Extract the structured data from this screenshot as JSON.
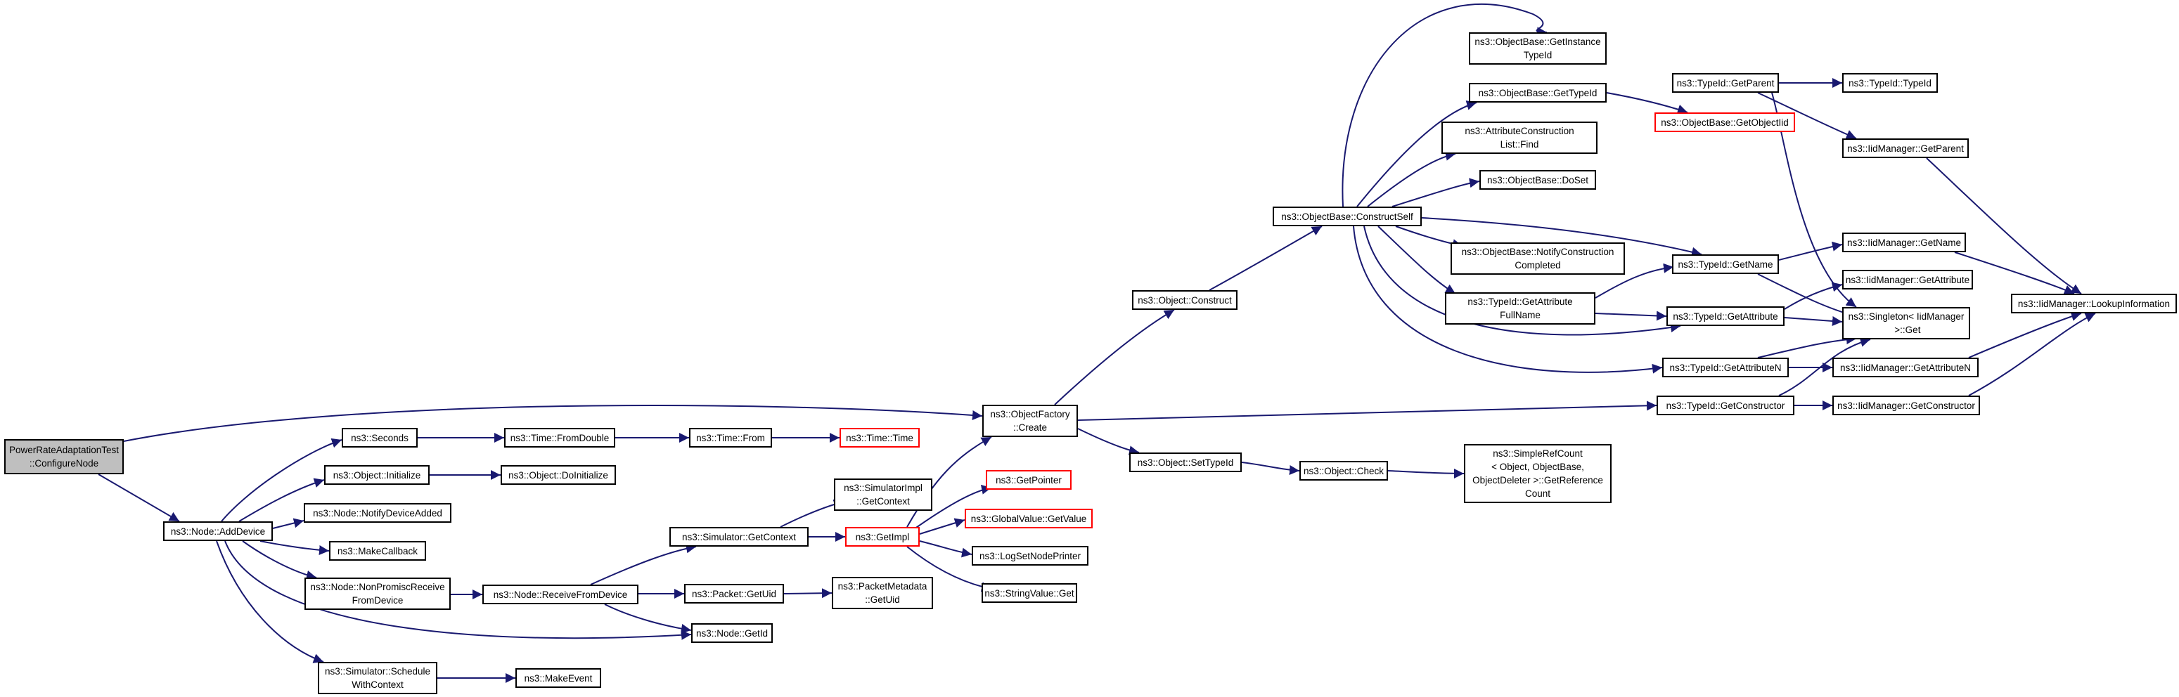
{
  "colors": {
    "edge": "#191970",
    "border": "#000000",
    "missing_border": "#ff0000",
    "root_fill": "#bfbfbf"
  },
  "nodes": {
    "root": "PowerRateAdaptationTest\n::ConfigureNode",
    "addDevice": "ns3::Node::AddDevice",
    "seconds": "ns3::Seconds",
    "fromDouble": "ns3::Time::FromDouble",
    "timeFrom": "ns3::Time::From",
    "timeTime": "ns3::Time::Time",
    "objInitialize": "ns3::Object::Initialize",
    "doInitialize": "ns3::Object::DoInitialize",
    "notifyDeviceAdded": "ns3::Node::NotifyDeviceAdded",
    "makeCallback": "ns3::MakeCallback",
    "nonPromisc": "ns3::Node::NonPromiscReceive\nFromDevice",
    "receiveFromDevice": "ns3::Node::ReceiveFromDevice",
    "getContext": "ns3::Simulator::GetContext",
    "implGetContext": "ns3::SimulatorImpl\n::GetContext",
    "getImpl": "ns3::GetImpl",
    "getPointer": "ns3::GetPointer",
    "globalGetValue": "ns3::GlobalValue::GetValue",
    "logSetNodePrinter": "ns3::LogSetNodePrinter",
    "stringValueGet": "ns3::StringValue::Get",
    "packetGetUid": "ns3::Packet::GetUid",
    "metadataGetUid": "ns3::PacketMetadata\n::GetUid",
    "nodeGetId": "ns3::Node::GetId",
    "scheduleWithContext": "ns3::Simulator::Schedule\nWithContext",
    "makeEvent": "ns3::MakeEvent",
    "factoryCreate": "ns3::ObjectFactory\n::Create",
    "objConstruct": "ns3::Object::Construct",
    "objSetTypeId": "ns3::Object::SetTypeId",
    "objCheck": "ns3::Object::Check",
    "refCount": "ns3::SimpleRefCount\n< Object, ObjectBase,\nObjectDeleter >::GetReference\nCount",
    "constructSelf": "ns3::ObjectBase::ConstructSelf",
    "getInstanceTypeId": "ns3::ObjectBase::GetInstance\nTypeId",
    "obGetTypeId": "ns3::ObjectBase::GetTypeId",
    "getObjectIid": "ns3::ObjectBase::GetObjectIid",
    "attrListFind": "ns3::AttributeConstruction\nList::Find",
    "doSet": "ns3::ObjectBase::DoSet",
    "notifyConstruction": "ns3::ObjectBase::NotifyConstruction\nCompleted",
    "getAttrFullName": "ns3::TypeId::GetAttribute\nFullName",
    "typeIdGetParent": "ns3::TypeId::GetParent",
    "typeIdTypeId": "ns3::TypeId::TypeId",
    "iidGetParent": "ns3::IidManager::GetParent",
    "typeIdGetName": "ns3::TypeId::GetName",
    "iidGetName": "ns3::IidManager::GetName",
    "iidGetAttribute": "ns3::IidManager::GetAttribute",
    "typeIdGetAttribute": "ns3::TypeId::GetAttribute",
    "singletonGet": "ns3::Singleton< IidManager\n >::Get",
    "typeIdGetAttributeN": "ns3::TypeId::GetAttributeN",
    "iidGetAttributeN": "ns3::IidManager::GetAttributeN",
    "typeIdGetConstructor": "ns3::TypeId::GetConstructor",
    "iidGetConstructor": "ns3::IidManager::GetConstructor",
    "lookupInformation": "ns3::IidManager::LookupInformation"
  }
}
